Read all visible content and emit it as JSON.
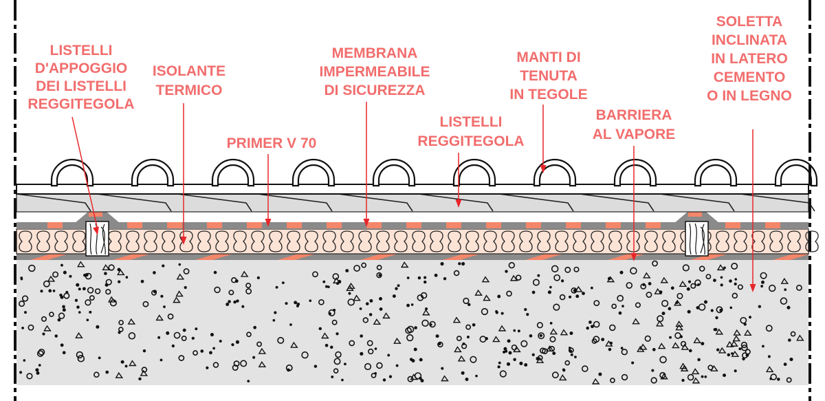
{
  "title": "Roof section diagram",
  "colors": {
    "label": "#f26d6d",
    "arrow": "#e8262b",
    "insulation": "#fbe3d6",
    "membrane_grey": "#8a8a8a",
    "membrane_orange": "#f4866a",
    "tile_band": "#dcdcdc",
    "concrete": "#e3e3e3"
  },
  "labels": [
    {
      "id": "listelli-appoggio",
      "lines": [
        "LISTELLI",
        "D'APPOGGIO",
        "DEI LISTELLI",
        "REGGITEGOLA"
      ]
    },
    {
      "id": "isolante-termico",
      "lines": [
        "ISOLANTE",
        "TERMICO"
      ]
    },
    {
      "id": "primer",
      "lines": [
        "PRIMER V 70"
      ]
    },
    {
      "id": "membrana",
      "lines": [
        "MEMBRANA",
        "IMPERMEABILE",
        "DI SICUREZZA"
      ]
    },
    {
      "id": "listelli-reggitegola",
      "lines": [
        "LISTELLI",
        "REGGITEGOLA"
      ]
    },
    {
      "id": "manti",
      "lines": [
        "MANTI DI",
        "TENUTA",
        "IN TEGOLE"
      ]
    },
    {
      "id": "barriera",
      "lines": [
        "BARRIERA",
        "AL VAPORE"
      ]
    },
    {
      "id": "soletta",
      "lines": [
        "SOLETTA",
        "INCLINATA",
        "IN LATERO",
        "CEMENTO",
        "O IN LEGNO"
      ]
    }
  ]
}
